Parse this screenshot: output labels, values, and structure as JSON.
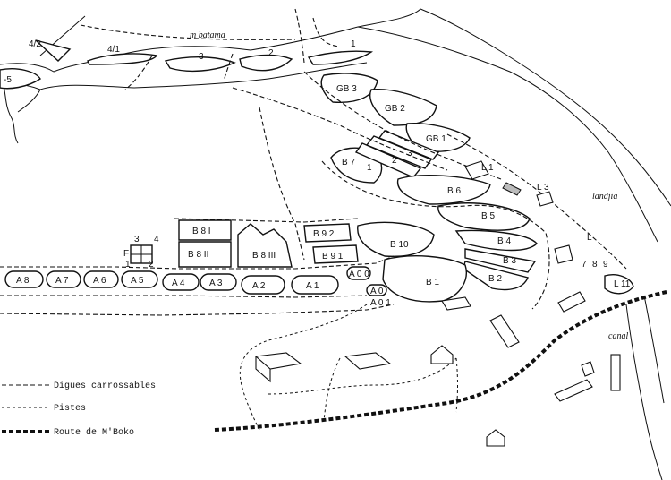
{
  "places": {
    "mbatama": "m batama",
    "landjia": "landjia",
    "canal": "canal"
  },
  "river_ponds": [
    "4/2",
    "4/1",
    "3",
    "2",
    "1",
    "-5"
  ],
  "ponds_GB": [
    "GB 3",
    "GB 2",
    "GB 1"
  ],
  "ponds_B7_group": [
    "B 7",
    "1",
    "2",
    "3"
  ],
  "ponds_B": [
    "B 6",
    "B 5",
    "B 4",
    "B 3",
    "B 2",
    "B 1",
    "B 10",
    "B 9 2",
    "B 9 1",
    "B 8 I",
    "B 8 II",
    "B 8 III"
  ],
  "ponds_A": [
    "A 8",
    "A 7",
    "A 6",
    "A 5",
    "A 4",
    "A 3",
    "A 2",
    "A 1",
    "A 0 0",
    "A 0 1",
    "A 0"
  ],
  "ponds_L": [
    "L 1",
    "L 3",
    "L",
    "7",
    "8",
    "9",
    "L 11"
  ],
  "small_ponds": [
    "3",
    "4",
    "F",
    "1",
    "2"
  ],
  "legend": {
    "roads": "Digues carrossables",
    "tracks": "Pistes",
    "route": "Route de M'Boko"
  }
}
